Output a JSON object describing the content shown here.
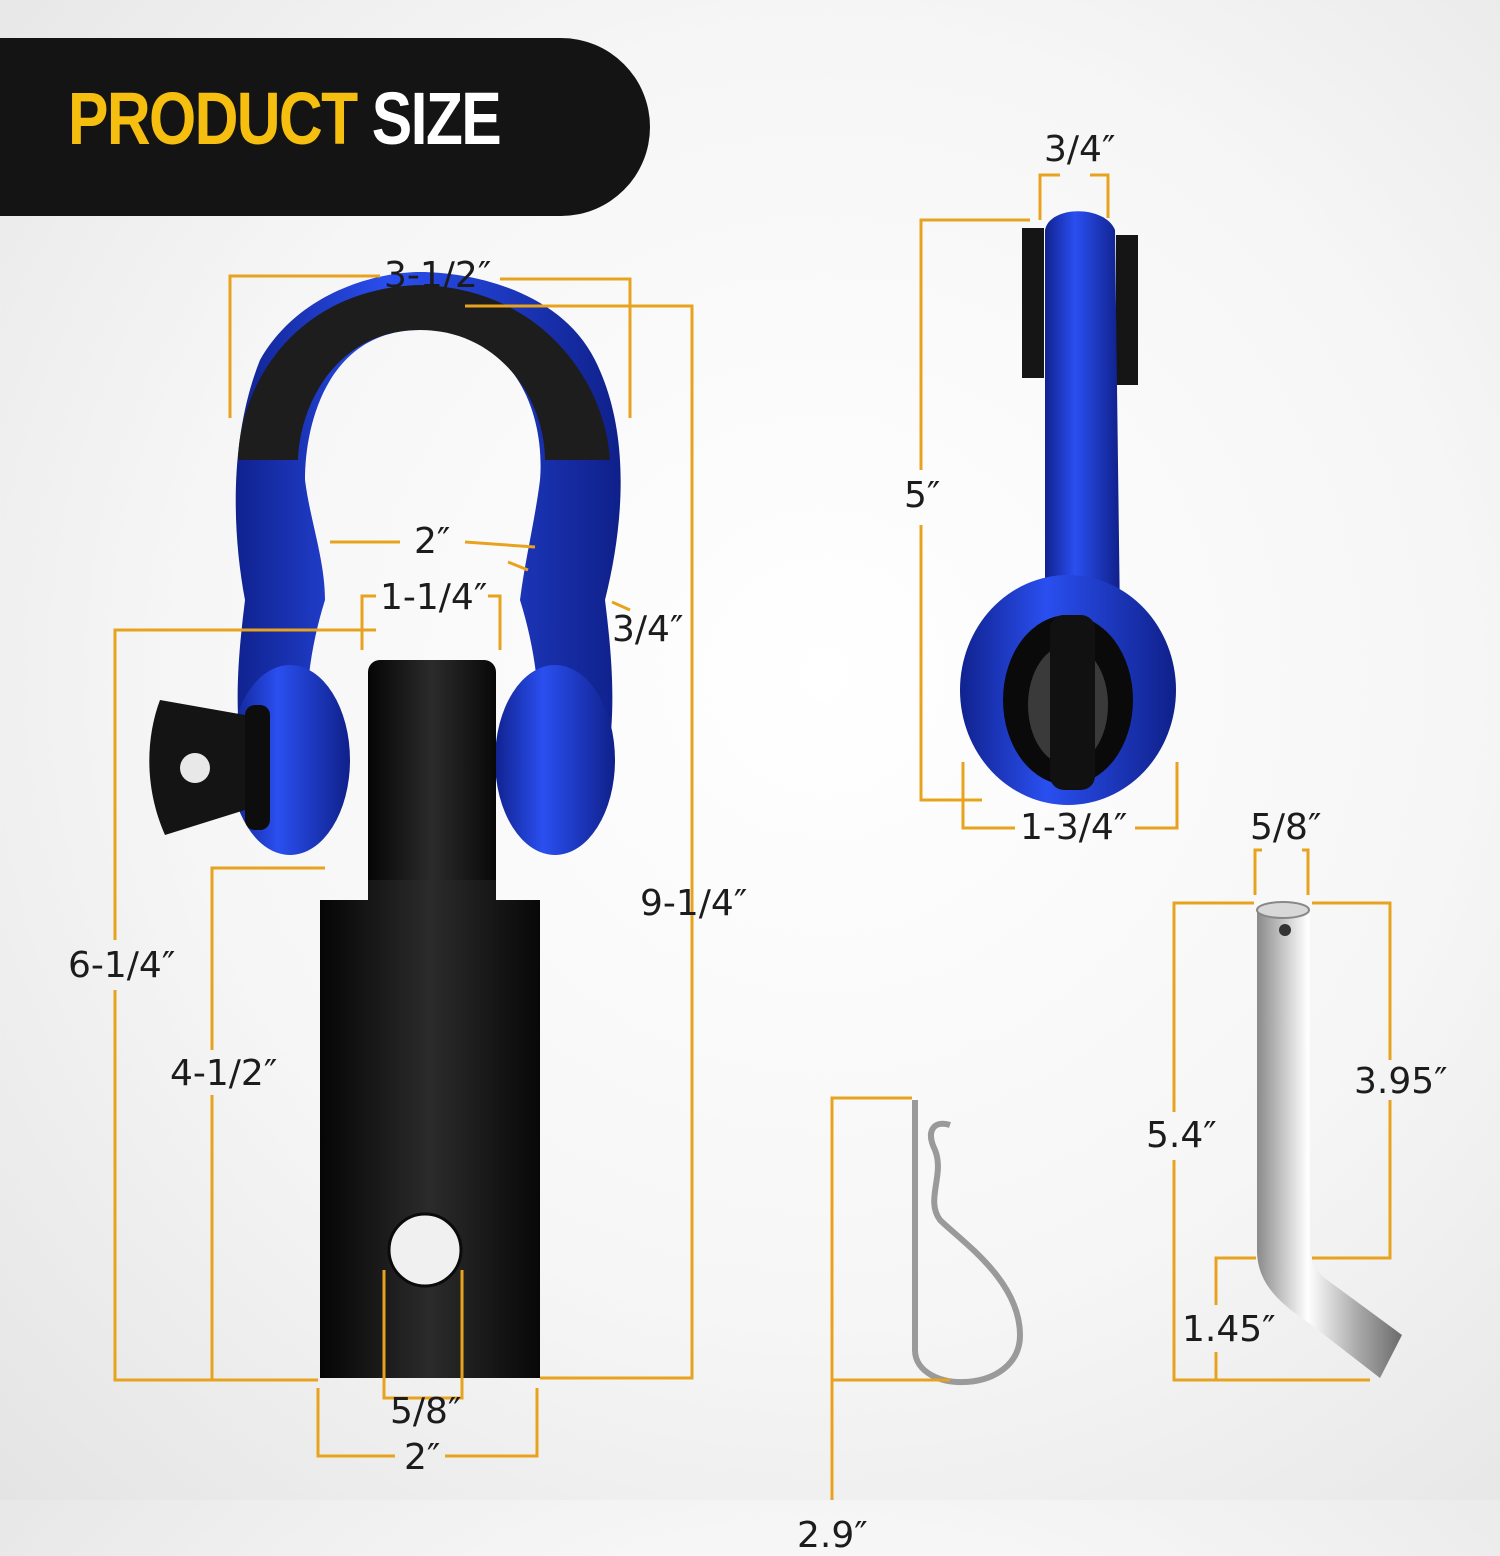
{
  "banner": {
    "title_highlight": "PRODUCT",
    "title_rest": "SIZE",
    "colors": {
      "background": "#141414",
      "highlight": "#f6be0f",
      "text": "#ffffff"
    }
  },
  "colors": {
    "dimension_line": "#e8a31e",
    "shackle_blue": "#1f3fd6",
    "black_metal": "#1a1a1a",
    "steel": "#c9c9c9"
  },
  "shackle_front": {
    "overall_width": "3-1/2″",
    "inner_width": "2″",
    "pin_gap": "1-1/4″",
    "body_thickness": "3/4″",
    "overall_height": "9-1/4″",
    "height_to_pin": "6-1/4″",
    "receiver_length": "4-1/2″",
    "hole_diameter": "5/8″",
    "receiver_width": "2″"
  },
  "shackle_side": {
    "thickness": "3/4″",
    "height": "5″",
    "eye_width": "1-3/4″"
  },
  "r_clip": {
    "height": "2.9″"
  },
  "hitch_pin": {
    "diameter": "5/8″",
    "straight_length": "3.95″",
    "overall_length": "5.4″",
    "bend_length": "1.45″"
  }
}
